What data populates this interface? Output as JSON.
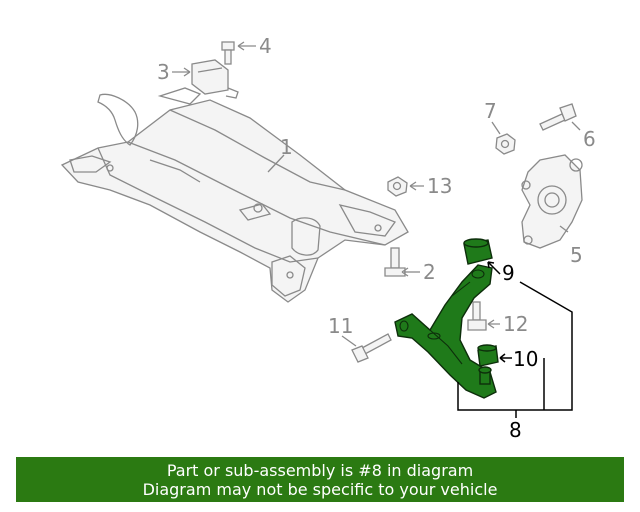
{
  "callouts": {
    "c1": "1",
    "c2": "2",
    "c3": "3",
    "c4": "4",
    "c5": "5",
    "c6": "6",
    "c7": "7",
    "c8": "8",
    "c9": "9",
    "c10": "10",
    "c11": "11",
    "c12": "12",
    "c13": "13"
  },
  "banner": {
    "line1": "Part or sub-assembly is #8 in diagram",
    "line2": "Diagram may not be specific to your vehicle"
  },
  "colors": {
    "highlight": "#1f7a1a",
    "banner_bg": "#2b7a12",
    "line_grey": "#8a8a8a"
  }
}
